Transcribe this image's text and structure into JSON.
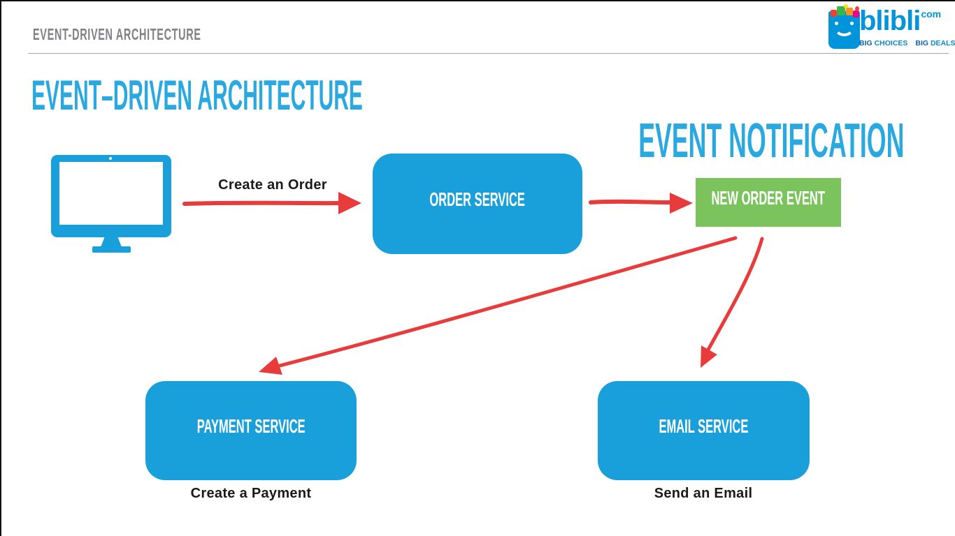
{
  "header": {
    "title": "EVENT-DRIVEN ARCHITECTURE"
  },
  "logo": {
    "brand": "blibli",
    "tld": "com",
    "tagline": {
      "big1": "BIG",
      "choices": "CHOICES",
      "big2": "BIG",
      "deals": "DEALS"
    }
  },
  "slide": {
    "title": "EVENT–DRIVEN ARCHITECTURE",
    "section_title": "EVENT NOTIFICATION"
  },
  "diagram": {
    "edge_labels": {
      "create_order": "Create an Order",
      "create_payment": "Create a Payment",
      "send_email": "Send an Email"
    },
    "nodes": {
      "order_service": "ORDER SERVICE",
      "new_order_event": "NEW ORDER EVENT",
      "payment_service": "PAYMENT SERVICE",
      "email_service": "EMAIL SERVICE"
    },
    "icons": {
      "client": "monitor-icon"
    }
  },
  "colors": {
    "title_blue": "#29A9E0",
    "node_blue": "#19A0DB",
    "event_green": "#7BC35C",
    "arrow_red": "#E83B3B",
    "header_gray": "#808285",
    "logo_blue": "#0095DA",
    "logo_dark_blue": "#1062AE"
  }
}
